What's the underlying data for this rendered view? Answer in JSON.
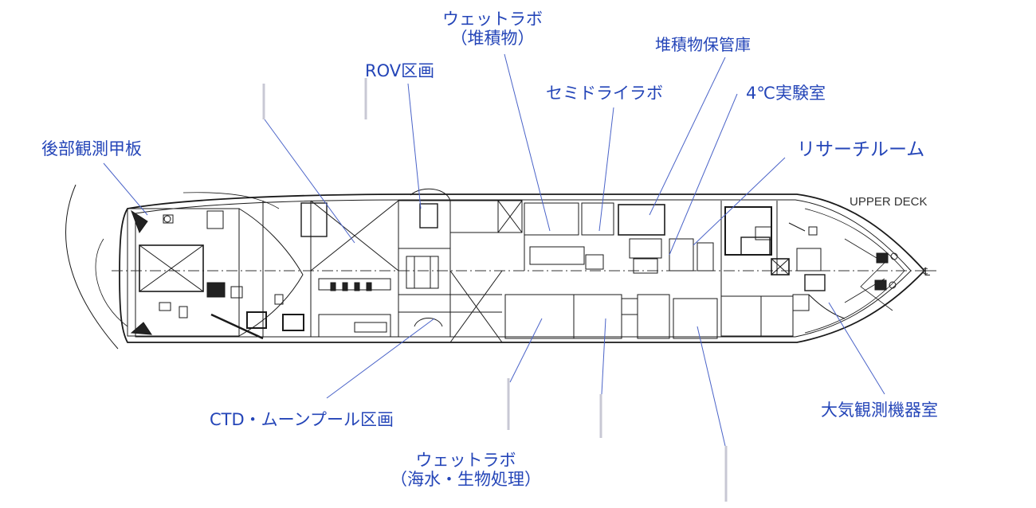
{
  "deck_label": "UPPER DECK",
  "colors": {
    "label": "#2445b8",
    "leader": "#4a63c8",
    "line": "#1a1a1a"
  },
  "labels": {
    "wet_lab_sediment": [
      "ウェットラボ",
      "（堆積物）"
    ],
    "sediment_storage": "堆積物保管庫",
    "rov_section": "ROV区画",
    "semi_dry_lab": "セミドライラボ",
    "lab_4c": "4℃実験室",
    "aft_deck": "後部観測甲板",
    "research_room": "リサーチルーム",
    "ctd_moonpool": "CTD・ムーンプール区画",
    "atmos_room": "大気観測機器室",
    "wet_lab_seawater": [
      "ウェットラボ",
      "（海水・生物処理）"
    ]
  },
  "centerline_mark": "℄"
}
